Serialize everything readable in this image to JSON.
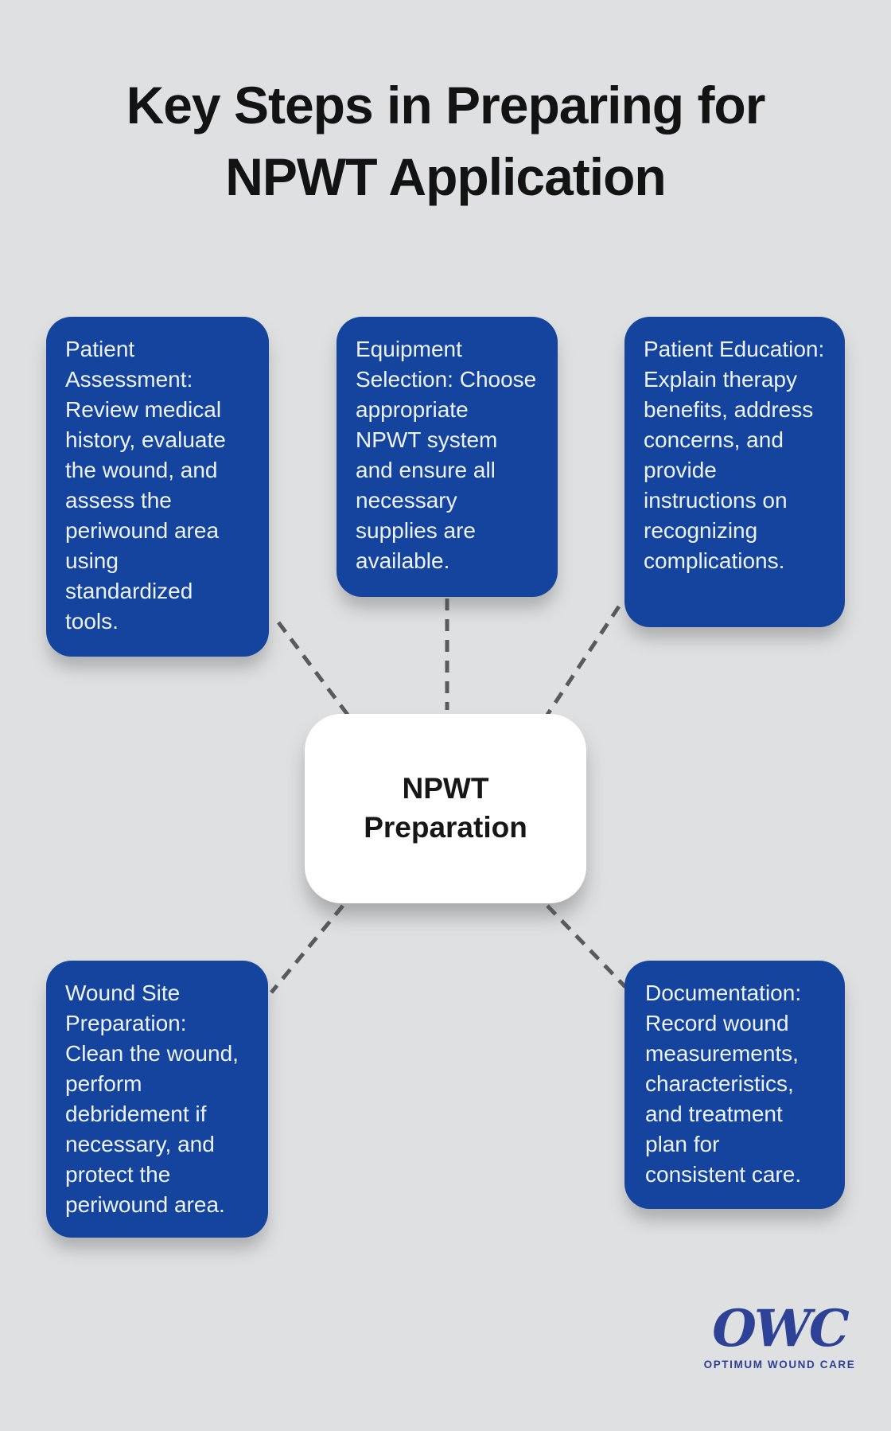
{
  "title": {
    "line1": "Key Steps in Preparing for",
    "line2": "NPWT Application"
  },
  "center": {
    "label": "NPWT Preparation"
  },
  "steps": [
    {
      "id": "patient-assessment",
      "text": "Patient Assessment: Review medical history, evaluate the wound, and assess the periwound area using standardized tools."
    },
    {
      "id": "equipment-selection",
      "text": "Equipment Selection: Choose appropriate NPWT system and ensure all necessary supplies are available."
    },
    {
      "id": "patient-education",
      "text": "Patient Education: Explain therapy benefits, address concerns, and provide instructions on recognizing complications."
    },
    {
      "id": "wound-site-preparation",
      "text": "Wound Site Preparation: Clean the wound, perform debridement if necessary, and protect the periwound area."
    },
    {
      "id": "documentation",
      "text": "Documentation: Record wound measurements, characteristics, and treatment plan for consistent care."
    }
  ],
  "logo": {
    "monogram": "OWC",
    "name": "OPTIMUM WOUND CARE"
  },
  "theme": {
    "background": "#dfe0e1",
    "box_bg": "#14449e",
    "box_text": "#edf2fb",
    "title_color": "#131313",
    "connector": "#595a5c",
    "center_bg": "#ffffff",
    "center_text": "#161616",
    "logo_blue": "#2d4296"
  }
}
